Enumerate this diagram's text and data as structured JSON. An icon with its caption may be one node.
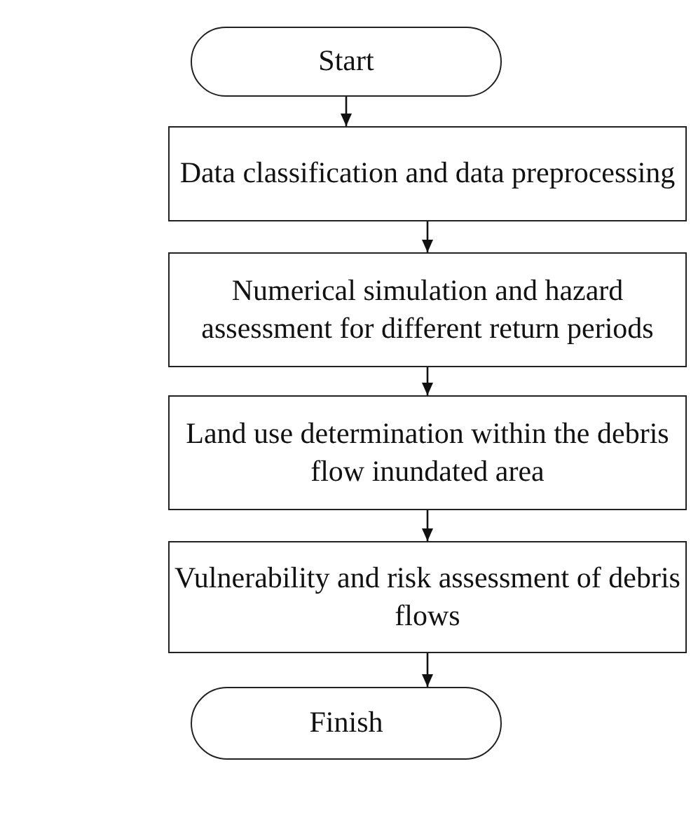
{
  "diagram": {
    "nodes": [
      {
        "text": [
          "Start"
        ]
      },
      {
        "text": [
          "Data classification and data preprocessing"
        ]
      },
      {
        "text": [
          "Numerical simulation and hazard assessment for different return periods"
        ]
      },
      {
        "text": [
          "Land use determination within the debris flow inundated area"
        ]
      },
      {
        "text": [
          "Vulnerability and risk assessment of debris flows"
        ]
      },
      {
        "text": [
          "Finish"
        ]
      }
    ],
    "edges": [
      {
        "from": 0,
        "to": 1,
        "arrow": "to"
      },
      {
        "from": 1,
        "to": 2,
        "arrow": "to"
      },
      {
        "from": 2,
        "to": 3,
        "arrow": "to"
      },
      {
        "from": 3,
        "to": 4,
        "arrow": "to"
      },
      {
        "from": 4,
        "to": 5,
        "arrow": "to"
      }
    ]
  }
}
